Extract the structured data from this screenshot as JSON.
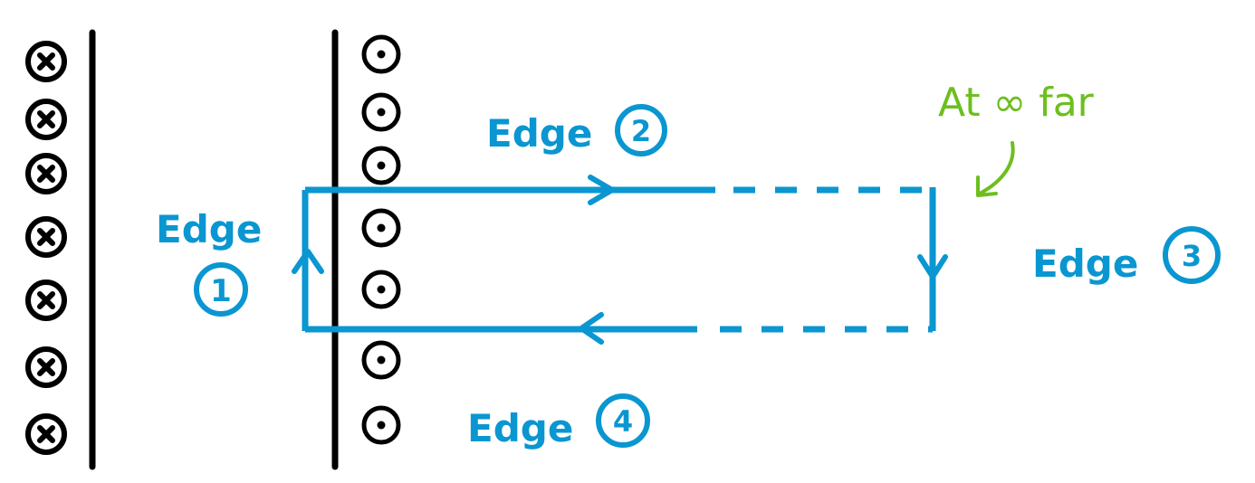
{
  "diagram": {
    "colors": {
      "ink": "#000000",
      "loop": "#0a96d1",
      "annotation": "#6cbf1e",
      "background": "#ffffff"
    },
    "left_column_symbol": "into-page-cross",
    "right_column_symbol": "out-of-page-dot",
    "edges": {
      "edge1": {
        "word": "Edge",
        "number": "1"
      },
      "edge2": {
        "word": "Edge",
        "number": "2"
      },
      "edge3": {
        "word": "Edge",
        "number": "3"
      },
      "edge4": {
        "word": "Edge",
        "number": "4"
      }
    },
    "annotation": {
      "text": "At ∞ far"
    }
  }
}
